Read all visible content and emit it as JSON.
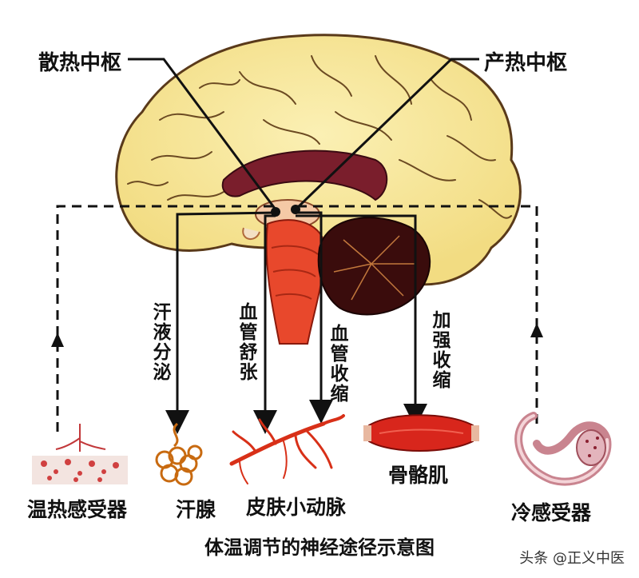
{
  "labels": {
    "heat_dissipation_center": "散热中枢",
    "heat_production_center": "产热中枢",
    "sweat_secretion": "汗液分泌",
    "vasodilation": "血管舒张",
    "vasoconstriction": "血管收缩",
    "strengthen_contraction": "加强收缩",
    "warm_receptor": "温热感受器",
    "sweat_gland": "汗腺",
    "skin_arteriole": "皮肤小动脉",
    "skeletal_muscle": "骨骼肌",
    "cold_receptor": "冷感受器"
  },
  "caption": "体温调节的神经途径示意图",
  "watermark": "头条 @正义中医",
  "icons": [
    "brain-illustration",
    "warm-receptor-illustration",
    "sweat-gland-illustration",
    "skin-arteriole-illustration",
    "skeletal-muscle-illustration",
    "cold-receptor-illustration"
  ],
  "colors": {
    "brain_fill": "#f7e79a",
    "brain_outline": "#5a3a1a",
    "brainstem": "#e8482c",
    "cerebellum": "#3a0c0c",
    "corpus_callosum": "#7a1e2c",
    "arrows": "#111111",
    "arteriole": "#d83018",
    "muscle": "#d8261c",
    "cold_receptor": "#c9848f"
  }
}
